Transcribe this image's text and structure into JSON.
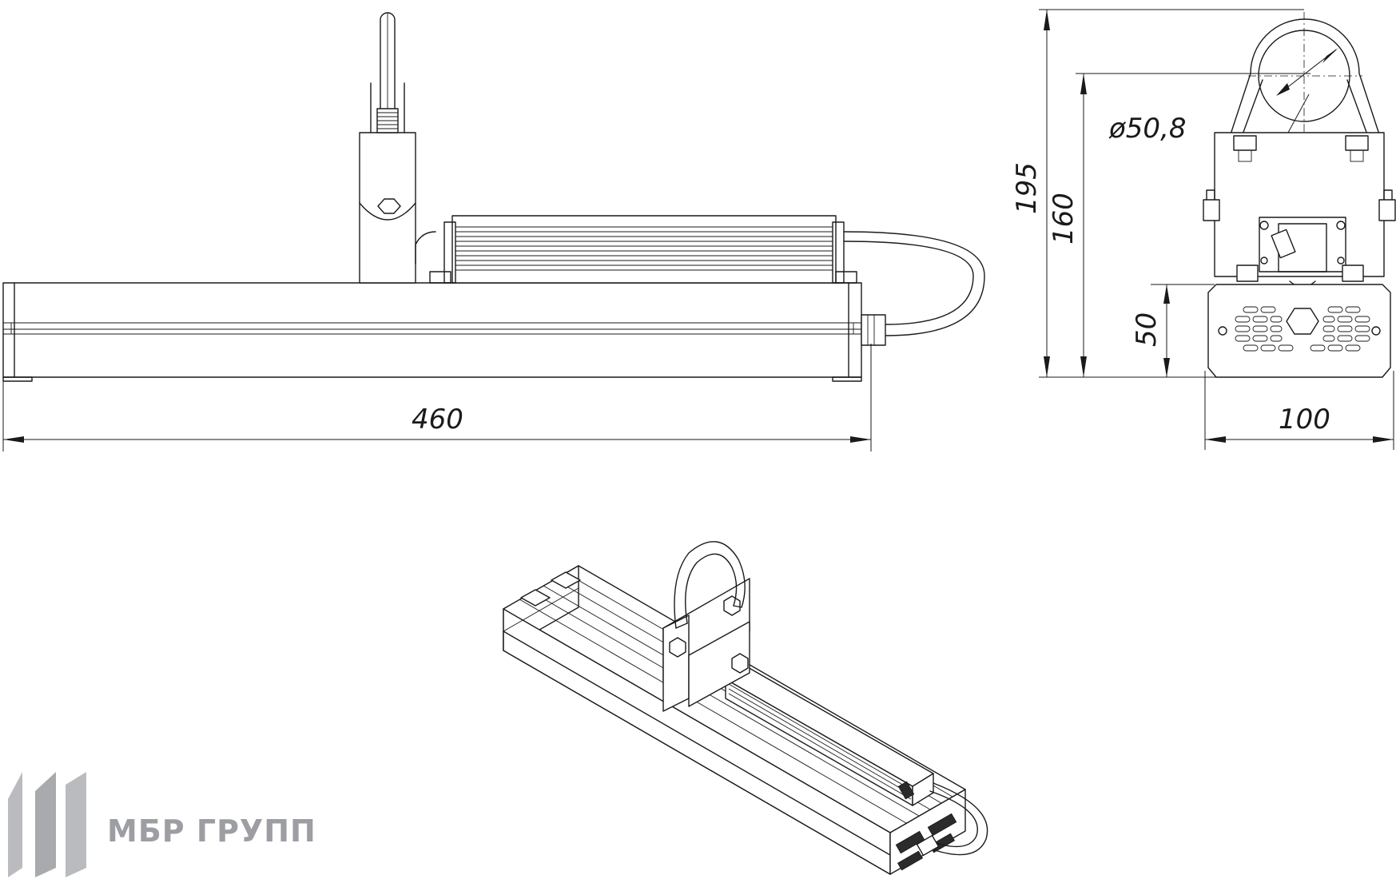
{
  "dimensions": {
    "length": "460",
    "height_total": "195",
    "height_to_pipe": "160",
    "body_height": "50",
    "width": "100",
    "pipe_diameter": "ø50,8"
  },
  "logo": {
    "text": "МБР ГРУПП",
    "color": "#9c9ea3"
  }
}
